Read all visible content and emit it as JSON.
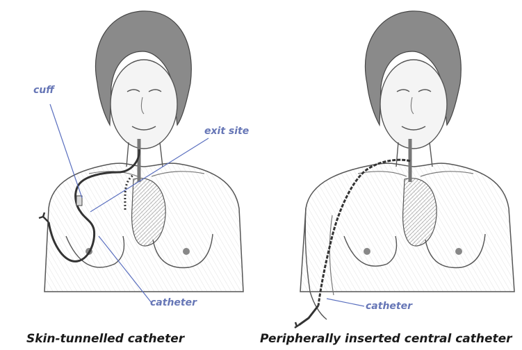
{
  "left_figure": {
    "labels": {
      "cuff": "cuff",
      "exit_site": "exit site",
      "catheter": "catheter"
    },
    "caption": "Skin-tunnelled catheter"
  },
  "right_figure": {
    "labels": {
      "catheter": "catheter"
    },
    "caption": "Peripherally inserted central catheter"
  },
  "colors": {
    "label": "#6676b6",
    "leader_line": "#5a6fbf",
    "sketch": "#555555",
    "lung_fill": "#b9b9b9"
  }
}
